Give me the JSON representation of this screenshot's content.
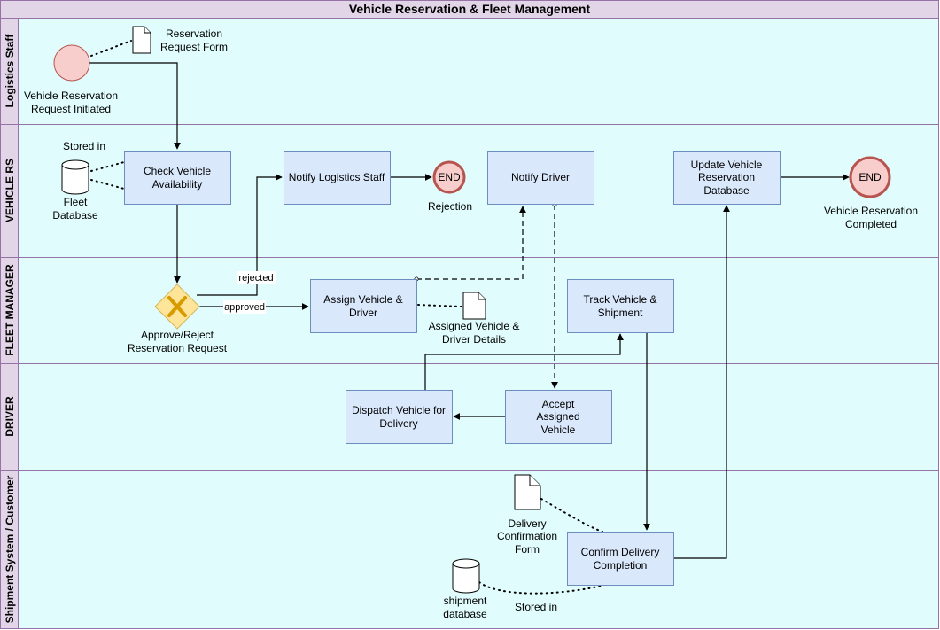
{
  "title": "Vehicle Reservation & Fleet Management",
  "lanes": {
    "logistics": "Logistics Staff",
    "vrs": "VEHICLE RS",
    "fleet": "FLEET MANAGER",
    "driver": "DRIVER",
    "shipment": "Shipment System / Customer"
  },
  "start_event": {
    "label_line1": "Vehicle Reservation",
    "label_line2": "Request Initiated"
  },
  "documents": {
    "reservation_form": [
      "Reservation",
      "Request Form"
    ],
    "assigned_details": [
      "Assigned Vehicle &",
      "Driver Details"
    ],
    "delivery_form": [
      "Delivery",
      "Confirmation",
      "Form"
    ]
  },
  "databases": {
    "fleet": [
      "Fleet",
      "Database"
    ],
    "shipment": [
      "shipment",
      "database"
    ]
  },
  "tasks": {
    "check_availability": [
      "Check Vehicle",
      "Availability"
    ],
    "notify_staff": [
      "Notify Logistics Staff"
    ],
    "notify_driver": [
      "Notify Driver"
    ],
    "update_db": [
      "Update Vehicle",
      "Reservation",
      "Database"
    ],
    "assign_vehicle": [
      "Assign Vehicle &",
      "Driver"
    ],
    "track_vehicle": [
      "Track Vehicle &",
      "Shipment"
    ],
    "dispatch": [
      "Dispatch Vehicle for",
      "Delivery"
    ],
    "accept": [
      "Accept",
      "Assigned",
      "Vehicle"
    ],
    "confirm": [
      "Confirm Delivery",
      "Completion"
    ]
  },
  "gateway": {
    "label_line1": "Approve/Reject",
    "label_line2": "Reservation Request",
    "rejected_label": "rejected",
    "approved_label": "approved"
  },
  "end_events": {
    "rejection": {
      "text": "END",
      "label": "Rejection"
    },
    "completed": {
      "text": "END",
      "label_line1": "Vehicle Reservation",
      "label_line2": "Completed"
    }
  },
  "association_labels": {
    "stored_in_fleet": "Stored in",
    "stored_in_shipment": "Stored in"
  },
  "colors": {
    "lane_fill": "#e0fcfc",
    "header_fill": "#e1d5e7",
    "border": "#9673a6",
    "task_fill": "#dae8fc",
    "task_stroke": "#6c8ebf",
    "start_fill": "#f8cecc",
    "start_stroke": "#b85450",
    "gateway_fill": "#ffe599",
    "gateway_stroke": "#d6b656",
    "gateway_mark": "#d79b00"
  }
}
